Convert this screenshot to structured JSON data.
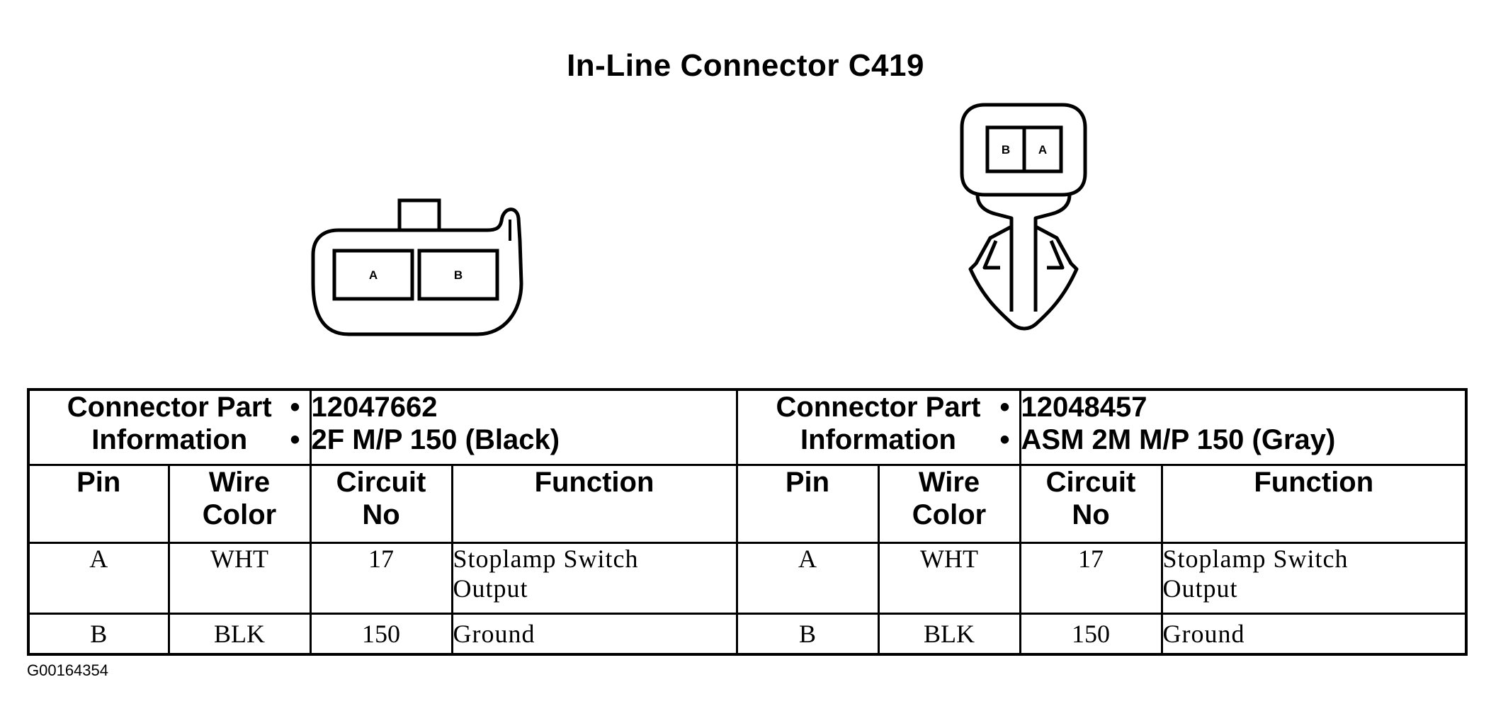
{
  "title": "In-Line Connector C419",
  "connector_left": {
    "pins": [
      "A",
      "B"
    ]
  },
  "connector_right": {
    "pins": [
      "B",
      "A"
    ]
  },
  "tables": [
    {
      "header_label": [
        "Connector Part",
        "Information"
      ],
      "part_info": [
        "12047662",
        "2F M/P 150 (Black)"
      ],
      "columns": [
        [
          "Pin"
        ],
        [
          "Wire",
          "Color"
        ],
        [
          "Circuit",
          "No"
        ],
        [
          "Function"
        ]
      ],
      "rows": [
        {
          "pin": "A",
          "wire_color": "WHT",
          "circuit": "17",
          "function": [
            "Stoplamp Switch",
            "Output"
          ]
        },
        {
          "pin": "B",
          "wire_color": "BLK",
          "circuit": "150",
          "function": [
            "Ground"
          ]
        }
      ]
    },
    {
      "header_label": [
        "Connector Part",
        "Information"
      ],
      "part_info": [
        "12048457",
        "ASM 2M M/P 150 (Gray)"
      ],
      "columns": [
        [
          "Pin"
        ],
        [
          "Wire",
          "Color"
        ],
        [
          "Circuit",
          "No"
        ],
        [
          "Function"
        ]
      ],
      "rows": [
        {
          "pin": "A",
          "wire_color": "WHT",
          "circuit": "17",
          "function": [
            "Stoplamp Switch",
            "Output"
          ]
        },
        {
          "pin": "B",
          "wire_color": "BLK",
          "circuit": "150",
          "function": [
            "Ground"
          ]
        }
      ]
    }
  ],
  "footnote": "G00164354"
}
